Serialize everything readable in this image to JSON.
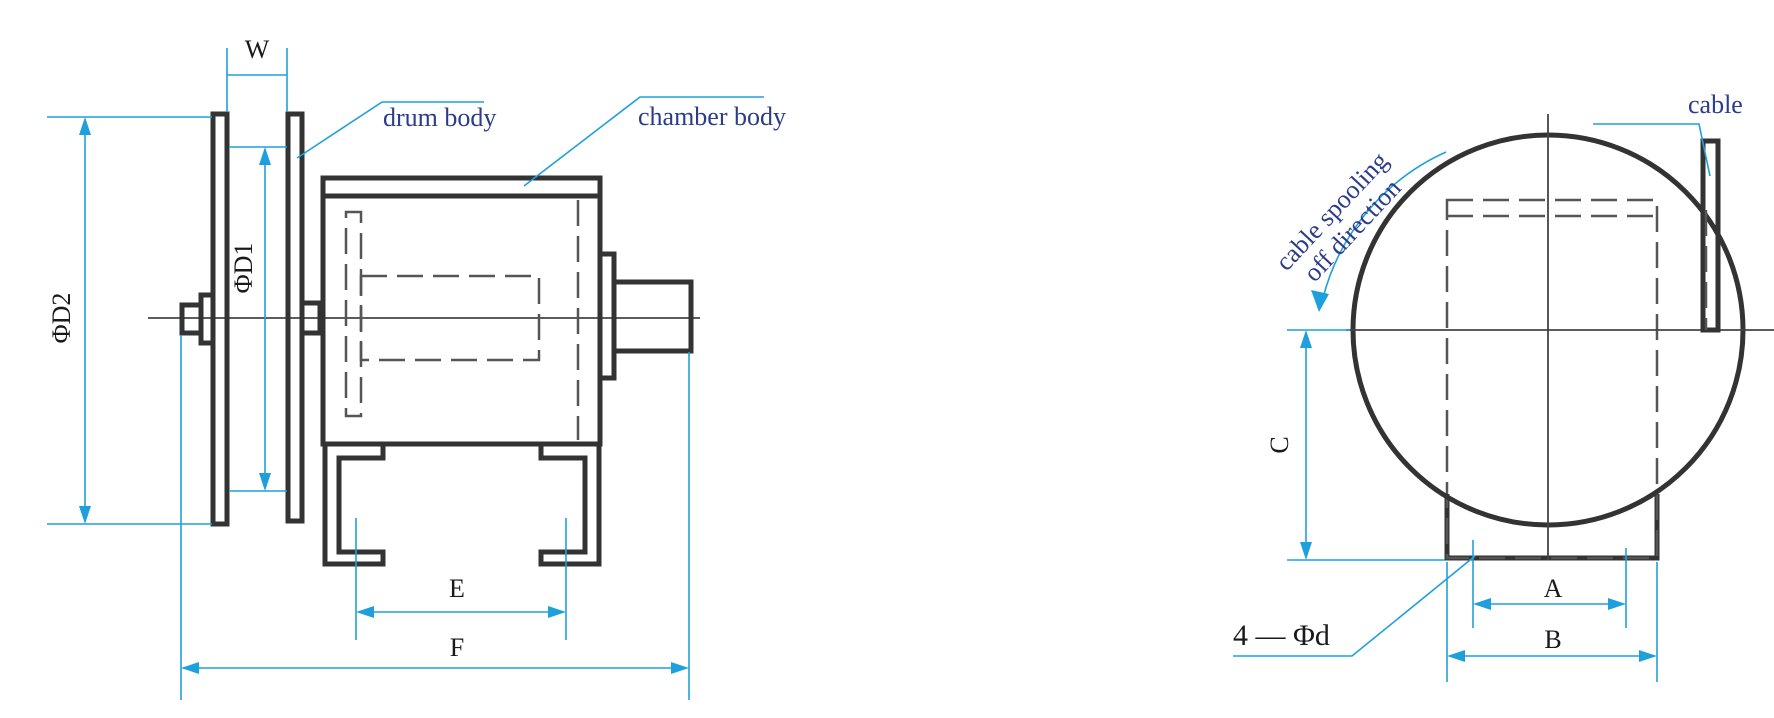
{
  "side_view": {
    "dimensions": {
      "width": "W",
      "drum_diameter": "ΦD1",
      "flange_diameter": "ΦD2",
      "rail_span": "E",
      "overall_length": "F"
    },
    "labels": {
      "drum_body": "drum body",
      "chamber_body": "chamber body"
    }
  },
  "end_view": {
    "dimensions": {
      "height": "C",
      "hole_span": "A",
      "base_width": "B",
      "mount_holes": "4 — Φd"
    },
    "labels": {
      "cable": "cable",
      "spooling_line1": "cable spooling",
      "spooling_line2": "off direction"
    }
  },
  "colors": {
    "outline": "#333333",
    "dimension": "#1fa0dc",
    "label": "#2b3c8a"
  }
}
